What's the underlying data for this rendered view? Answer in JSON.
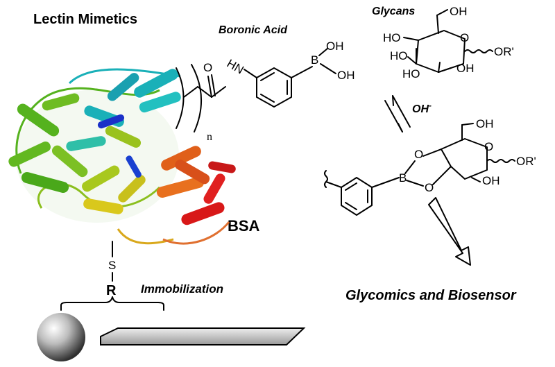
{
  "labels": {
    "lectin_mimetics": "Lectin Mimetics",
    "boronic_acid": "Boronic Acid",
    "glycans": "Glycans",
    "bsa": "BSA",
    "immobilization": "Immobilization",
    "glycomics": "Glycomics and Biosensor",
    "hydroxide": "OH",
    "hydroxide_charge": "-",
    "repeat_n": "n",
    "linker_s": "S",
    "linker_r": "R"
  },
  "atoms": {
    "oh": "OH",
    "ho": "HO",
    "or_prime": "OR'",
    "o": "O",
    "b": "B",
    "hn": "HN"
  },
  "colors": {
    "protein_cyan": "#1ab0b8",
    "protein_green": "#55b21e",
    "protein_yellow": "#d9c81c",
    "protein_orange": "#e0601a",
    "protein_red": "#d81818",
    "protein_blue": "#1a30c8",
    "sphere": "#9a9a9a"
  }
}
